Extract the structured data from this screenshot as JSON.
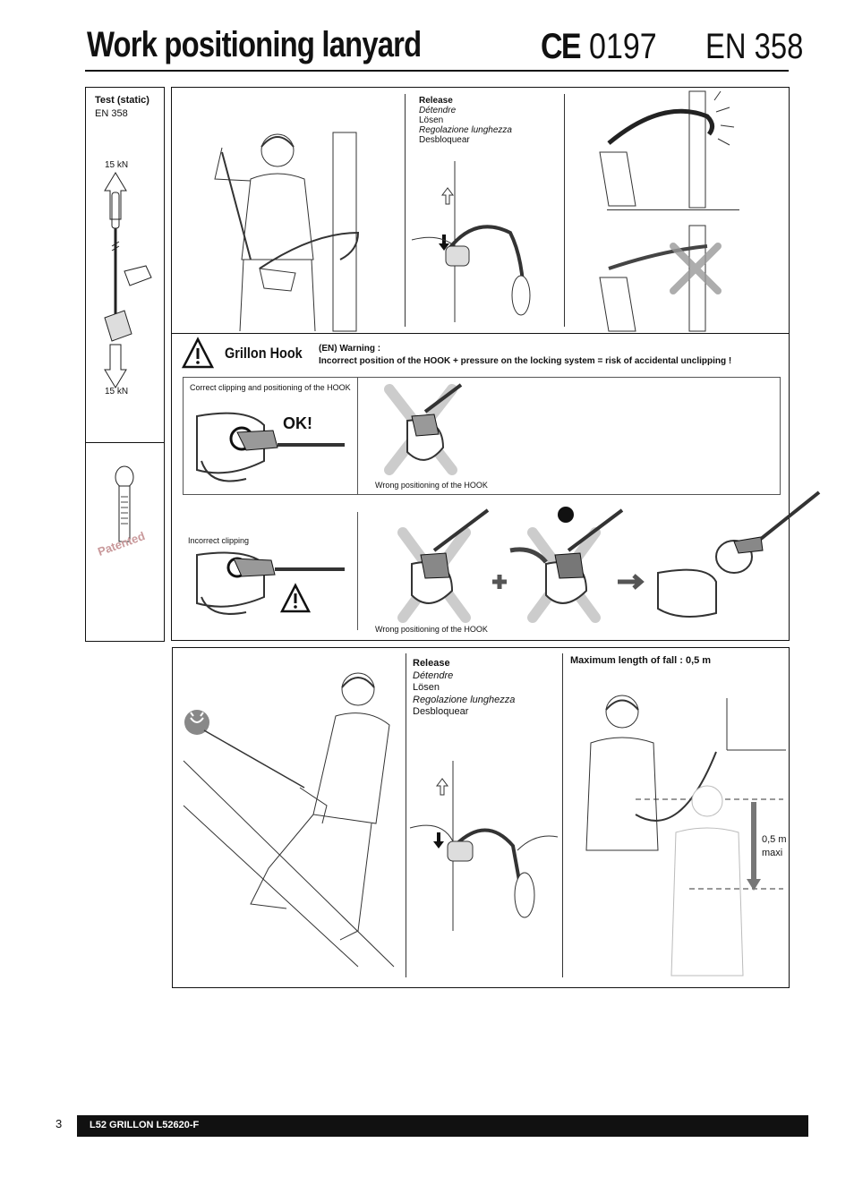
{
  "header": {
    "title": "Work positioning lanyard",
    "ce_mark": "CE",
    "ce_number": "0197",
    "standard": "EN 358"
  },
  "side_panel": {
    "test_title": "Test (static)",
    "test_standard": "EN 358",
    "force_top": "15 kN",
    "force_bottom": "15 kN",
    "patented": "Patented"
  },
  "release_top": {
    "lines": [
      "Release",
      "Détendre",
      "Lösen",
      "Regolazione lunghezza",
      "Desbloquear"
    ]
  },
  "warning": {
    "product_name": "Grillon Hook",
    "heading": "(EN) Warning :",
    "text": "Incorrect position of the HOOK + pressure on the locking system = risk of accidental unclipping !"
  },
  "clipping": {
    "correct_label": "Correct clipping and positioning of the HOOK",
    "ok_label": "OK!",
    "wrong_label_1": "Wrong positioning of the HOOK",
    "incorrect_label": "Incorrect clipping",
    "wrong_label_2": "Wrong positioning of the HOOK"
  },
  "release_bottom": {
    "lines": [
      "Release",
      "Détendre",
      "Lösen",
      "Regolazione lunghezza",
      "Desbloquear"
    ]
  },
  "fall": {
    "title": "Maximum length of fall : 0,5 m",
    "measure_value": "0,5 m",
    "measure_unit": "maxi"
  },
  "footer": {
    "page_number": "3",
    "reference": "L52 GRILLON  L52620-F"
  }
}
